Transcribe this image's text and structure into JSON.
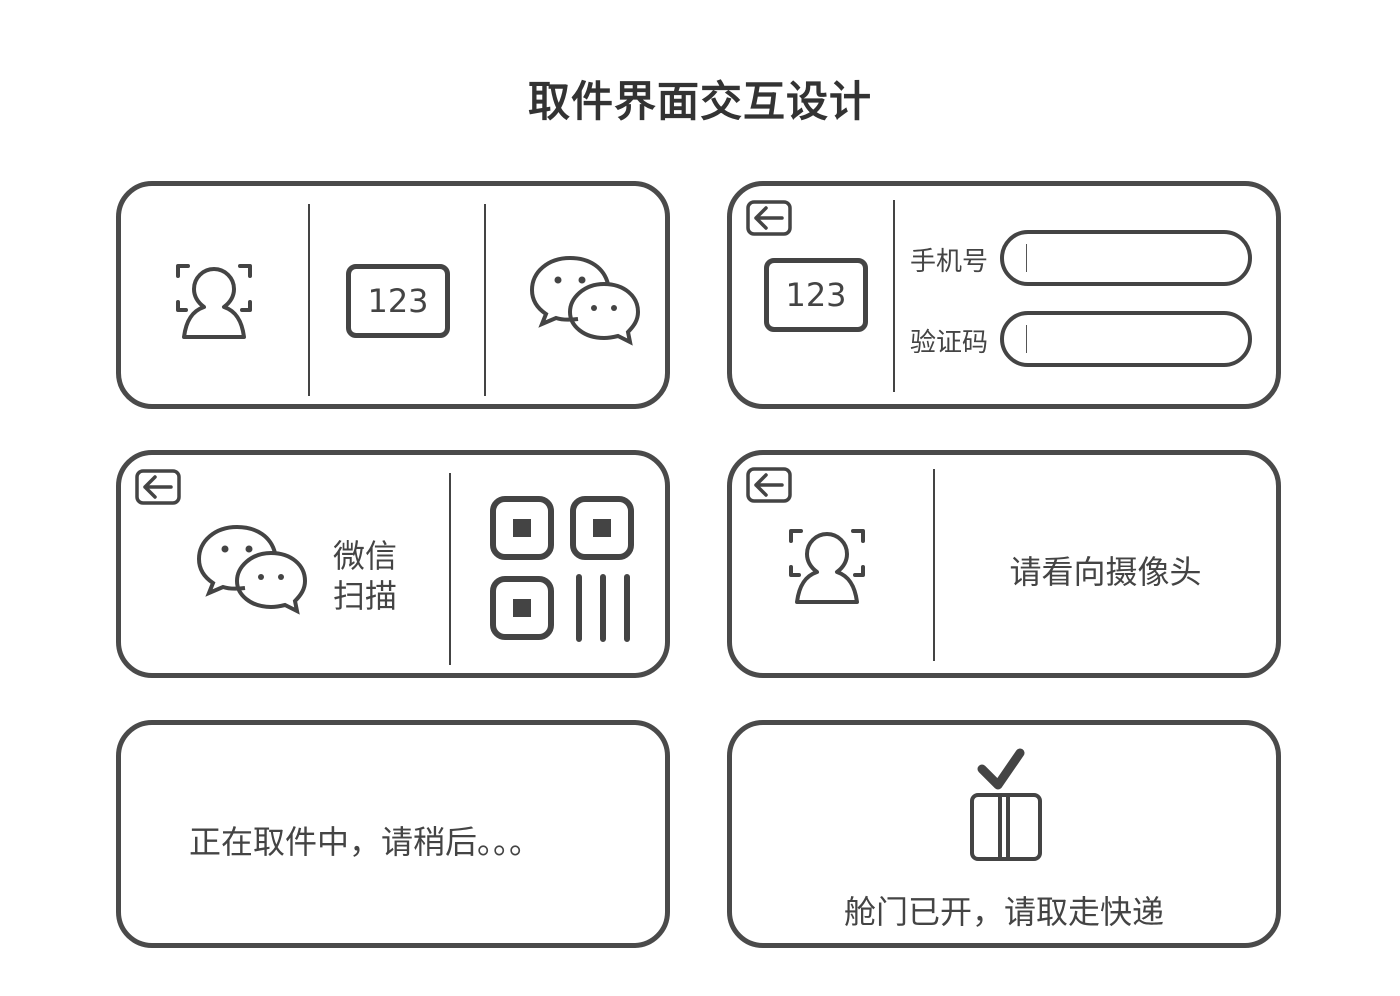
{
  "title": "取件界面交互设计",
  "panel1": {
    "code_label": "123"
  },
  "panel2": {
    "code_label": "123",
    "phone_label": "手机号",
    "code_field_label": "验证码",
    "phone_value": "",
    "code_value": ""
  },
  "panel3": {
    "text_line1": "微信",
    "text_line2": "扫描"
  },
  "panel4": {
    "message": "请看向摄像头"
  },
  "panel5": {
    "message": "正在取件中，请稍后。。。"
  },
  "panel6": {
    "message": "舱门已开，请取走快递"
  },
  "colors": {
    "stroke": "#4a4a4a",
    "background": "#ffffff"
  }
}
